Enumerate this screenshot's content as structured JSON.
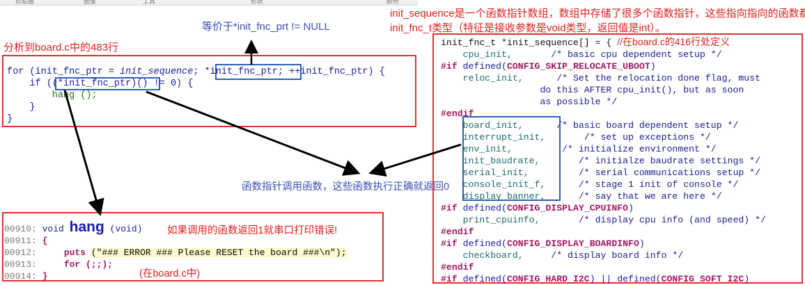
{
  "toolbar": {
    "items": [
      "剪贴板",
      "图像",
      "工具",
      "形状",
      "颜色"
    ]
  },
  "notes": {
    "array_desc_1": "init_sequence是一个函数指针数组，数组中存储了很多个函数指针，这些指向指向的函数都是",
    "array_desc_2": "init_fnc_t类型（特征是接收参数是void类型，返回值是int）。",
    "equiv": "等价于*init_fnc_prt  !=  NULL",
    "analysis": "分析到board.c中的483行",
    "call_desc": "函数指针调用函数，这些函数执行正确就返回0",
    "hang_desc": "如果调用的函数返回1就串口打印错误!",
    "in_board": "(在board.c中)"
  },
  "left_code": {
    "line1_for": "for",
    "line1_a": " (init_fnc_ptr = ",
    "line1_seq": "init_sequence",
    "line1_b": "; ",
    "line1_deref": "*init_fnc_ptr;",
    "line1_c": " ++init_fnc_ptr) {",
    "line2_if": "    if",
    "line2_a": " (",
    "line2_call": "(*init_fnc_ptr)()",
    "line2_b": " != 0) {",
    "line3": "        hang ();",
    "line4": "    }",
    "line5": "}"
  },
  "hang_code": {
    "l1_num": "00910:",
    "l1_void": "void",
    "l1_hang": "hang",
    "l1_arg": "(void)",
    "l2_num": "00911:",
    "l2": "{",
    "l3_num": "00912:",
    "l3_puts": "puts",
    "l3_str": "(\"### ERROR ### Please RESET the board ###\\n\");",
    "l4_num": "00913:",
    "l4_for": "for",
    "l4": " (;;);",
    "l5_num": "00914:",
    "l5": "}"
  },
  "right_code": {
    "r1_type": "init_fnc_t *init_sequence[] = {",
    "r1_cm": "//在board.c的416行处定义",
    "r2": "    cpu_init,",
    "r2_cm": "/* basic cpu dependent setup */",
    "r3_if": "#if",
    "r3_def": "defined(",
    "r3_mac": "CONFIG_SKIP_RELOCATE_UBOOT",
    "r3_end": ")",
    "r4": "    reloc_init,",
    "r4_cm": "/* Set the relocation done flag, must",
    "r5_cm": "do this AFTER cpu_init(), but as soon",
    "r6_cm": "as possible */",
    "r7": "#endif",
    "r8": "    board_init,",
    "r8_cm": "/* basic board dependent setup */",
    "r9": "    interrupt_init,",
    "r9_cm": "/* set up exceptions */",
    "r10": "    env_init,",
    "r10_cm": "/* initialize environment */",
    "r11": "    init_baudrate,",
    "r11_cm": "/* initialze baudrate settings */",
    "r12": "    serial_init,",
    "r12_cm": "/* serial communications setup */",
    "r13": "    console_init_f,",
    "r13_cm": "/* stage 1 init of console */",
    "r14": "    display_banner,",
    "r14_cm": "/* say that we are here */",
    "r15_if": "#if",
    "r15_def": "defined(",
    "r15_mac": "CONFIG_DISPLAY_CPUINFO",
    "r15_end": ")",
    "r16": "    print_cpuinfo,",
    "r16_cm": "/* display cpu info (and speed) */",
    "r17": "#endif",
    "r18_if": "#if",
    "r18_def": "defined(",
    "r18_mac": "CONFIG_DISPLAY_BOARDINFO",
    "r18_end": ")",
    "r19": "    checkboard,",
    "r19_cm": "/* display board info */",
    "r20": "#endif",
    "r21_if": "#if",
    "r21_def": "defined(",
    "r21_mac": "CONFIG_HARD_I2C",
    "r21_mid": ") || defined(",
    "r21_mac2": "CONFIG_SOFT_I2C",
    "r21_end": ")"
  },
  "colors": {
    "red": "#e03030",
    "blue": "#2c5fb4",
    "keyword": "#1a1aa0",
    "macro": "#a01860"
  }
}
